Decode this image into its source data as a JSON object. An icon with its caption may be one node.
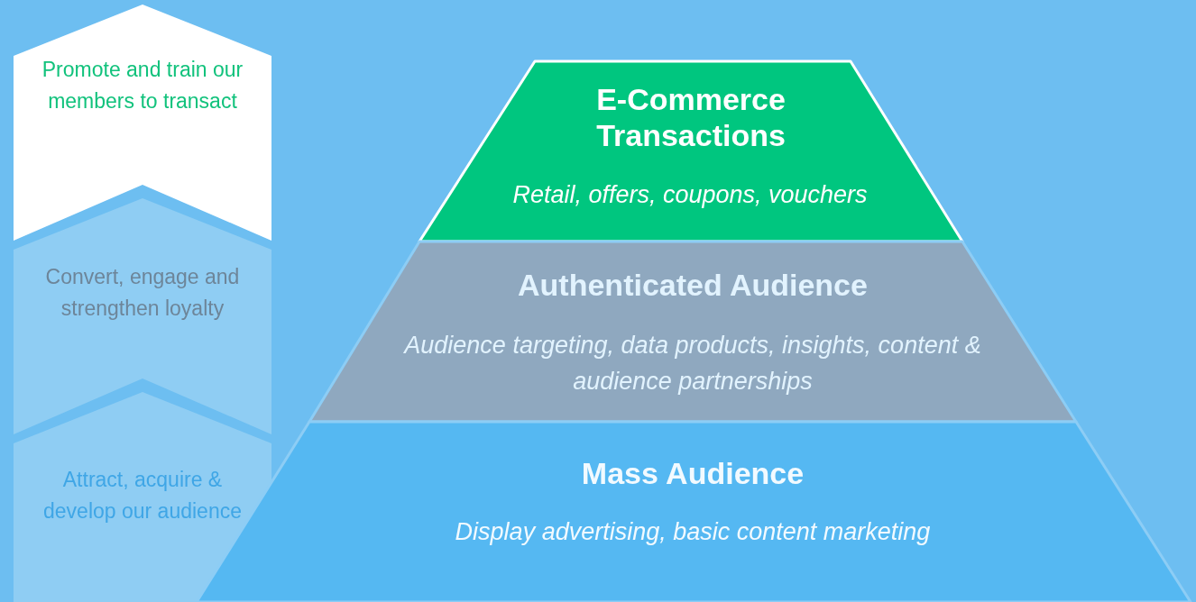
{
  "diagram": {
    "nodes": [
      {
        "text": [
          "Promote and train our members to transact"
        ]
      },
      {
        "text": [
          "Convert, engage and strengthen loyalty"
        ]
      },
      {
        "text": [
          "Attract, acquire & develop our audience"
        ]
      },
      {
        "text": [
          "E-Commerce Transactions",
          "Retail, offers, coupons, vouchers"
        ]
      },
      {
        "text": [
          "Authenticated Audience",
          "Audience targeting, data products, insights, content & audience partnerships"
        ]
      },
      {
        "text": [
          "Mass Audience",
          "Display advertising, basic content marketing"
        ]
      }
    ]
  }
}
